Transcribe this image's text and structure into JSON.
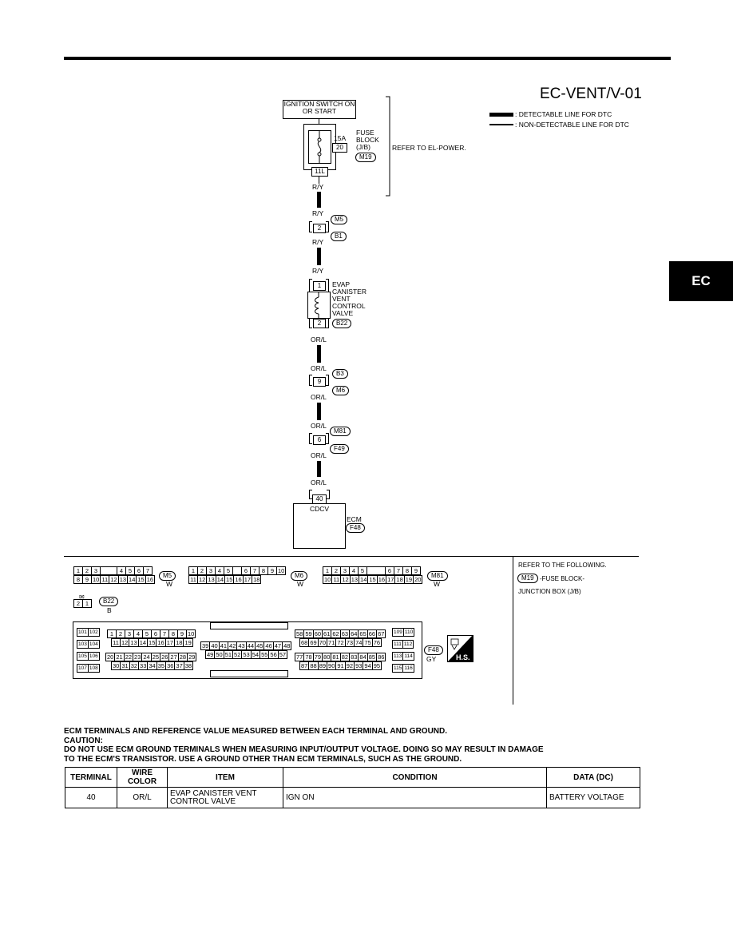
{
  "header": {
    "diagram_id": "EC-VENT/V-01",
    "section_tab": "EC"
  },
  "legend": [
    {
      "label": ": DETECTABLE LINE FOR DTC"
    },
    {
      "label": ": NON-DETECTABLE LINE FOR DTC"
    }
  ],
  "schematic": {
    "ignition_switch": "IGNITION SWITCH ON OR START",
    "fuse_block": {
      "label": "FUSE BLOCK (J/B)",
      "fuse_rating": "15A",
      "fuse_number": "20",
      "connector": "M19",
      "terminal": "11L"
    },
    "refer_note": "REFER TO EL-POWER.",
    "wires": {
      "w1_top": "R/Y",
      "w1_bot": "R/Y",
      "w2_top": "R/Y",
      "w2_bot": "R/Y",
      "w3_top": "OR/L",
      "w4_top": "OR/L",
      "w4_bot": "OR/L",
      "w5_top": "OR/L",
      "w5_bot": "OR/L",
      "w6_top": "OR/L"
    },
    "joint1": {
      "pin": "2",
      "conn_top": "M5",
      "conn_bot": "B1"
    },
    "valve": {
      "label": "EVAP CANISTER VENT CONTROL VALVE",
      "pin_top": "1",
      "pin_bot": "2",
      "connector": "B22"
    },
    "joint2": {
      "pin": "9",
      "conn_top": "B3",
      "conn_bot": "M6"
    },
    "joint3": {
      "pin": "6",
      "conn_top": "M81",
      "conn_bot": "F49"
    },
    "ecm": {
      "pin": "40",
      "signal": "CDCV",
      "label": "ECM",
      "connector": "F48"
    }
  },
  "connectors": {
    "m5": {
      "name": "M5",
      "color": "W",
      "row1": [
        "1",
        "2",
        "3",
        "",
        "4",
        "5",
        "6",
        "7"
      ],
      "row2": [
        "8",
        "9",
        "10",
        "11",
        "12",
        "13",
        "14",
        "15",
        "16"
      ]
    },
    "m6": {
      "name": "M6",
      "color": "W",
      "row1": [
        "1",
        "2",
        "3",
        "4",
        "5",
        "",
        "6",
        "7",
        "8",
        "9",
        "10"
      ],
      "row2": [
        "11",
        "12",
        "13",
        "14",
        "15",
        "16",
        "17",
        "18"
      ]
    },
    "m81": {
      "name": "M81",
      "color": "W",
      "row1": [
        "1",
        "2",
        "3",
        "4",
        "5",
        "",
        "6",
        "7",
        "8",
        "9"
      ],
      "row2": [
        "10",
        "11",
        "12",
        "13",
        "14",
        "15",
        "16",
        "17",
        "18",
        "19",
        "20"
      ]
    },
    "b22": {
      "name": "B22",
      "color": "B",
      "pins": [
        "2",
        "1"
      ]
    },
    "f48": {
      "name": "F48",
      "color": "GY",
      "left_col": [
        "101",
        "102",
        "103",
        "104",
        "105",
        "106",
        "107",
        "108"
      ],
      "r1": [
        "1",
        "2",
        "3",
        "4",
        "5",
        "6",
        "7",
        "8",
        "9",
        "10"
      ],
      "r2": [
        "11",
        "12",
        "13",
        "14",
        "15",
        "16",
        "17",
        "18",
        "19"
      ],
      "r3": [
        "20",
        "21",
        "22",
        "23",
        "24",
        "25",
        "26",
        "27",
        "28",
        "29"
      ],
      "r4": [
        "30",
        "31",
        "32",
        "33",
        "34",
        "35",
        "36",
        "37",
        "38"
      ],
      "m1": [
        "39",
        "40",
        "41",
        "42",
        "43",
        "44",
        "45",
        "46",
        "47",
        "48"
      ],
      "m2": [
        "49",
        "50",
        "51",
        "52",
        "53",
        "54",
        "55",
        "56",
        "57"
      ],
      "s1": [
        "58",
        "59",
        "60",
        "61",
        "62",
        "63",
        "64",
        "65",
        "66",
        "67"
      ],
      "s2": [
        "68",
        "69",
        "70",
        "71",
        "72",
        "73",
        "74",
        "75",
        "76"
      ],
      "s3": [
        "77",
        "78",
        "79",
        "80",
        "81",
        "82",
        "83",
        "84",
        "85",
        "86"
      ],
      "s4": [
        "87",
        "88",
        "89",
        "90",
        "91",
        "92",
        "93",
        "94",
        "95"
      ],
      "right_col": [
        "109",
        "110",
        "111",
        "112",
        "113",
        "114",
        "115",
        "116"
      ]
    },
    "hs_label": "H.S."
  },
  "refer_following": {
    "title": "REFER TO THE FOLLOWING.",
    "conn": "M19",
    "line1": "-FUSE BLOCK-",
    "line2": "JUNCTION BOX (J/B)"
  },
  "notes": {
    "line1": "ECM TERMINALS AND REFERENCE VALUE MEASURED BETWEEN EACH TERMINAL AND GROUND.",
    "line2": "CAUTION:",
    "line3": "DO NOT USE ECM GROUND TERMINALS WHEN MEASURING INPUT/OUTPUT VOLTAGE. DOING SO MAY RESULT IN DAMAGE",
    "line4": "TO THE ECM'S TRANSISTOR. USE A GROUND OTHER THAN ECM TERMINALS, SUCH AS THE GROUND."
  },
  "table": {
    "headers": [
      "TERMINAL",
      "WIRE COLOR",
      "ITEM",
      "CONDITION",
      "DATA (DC)"
    ],
    "rows": [
      [
        "40",
        "OR/L",
        "EVAP CANISTER VENT CONTROL VALVE",
        "IGN ON",
        "BATTERY VOLTAGE"
      ]
    ]
  }
}
